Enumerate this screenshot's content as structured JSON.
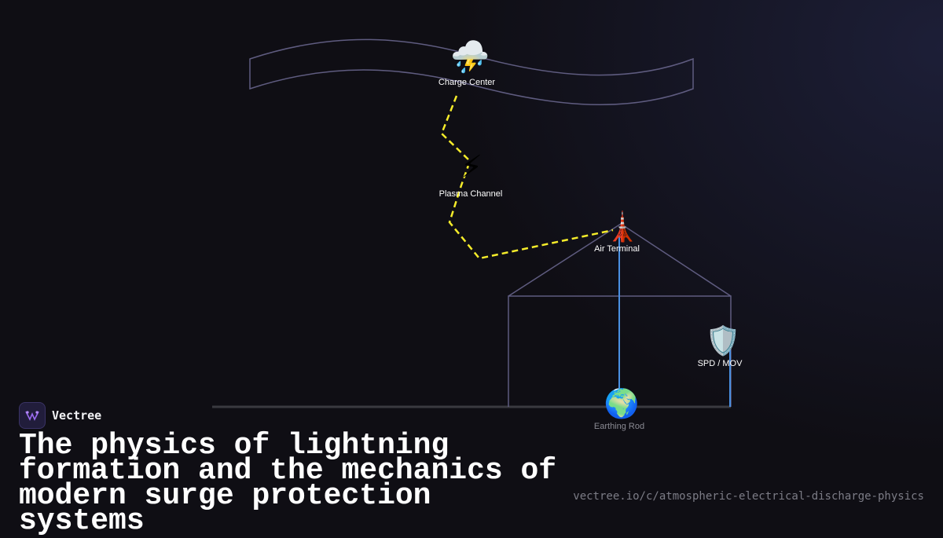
{
  "diagram": {
    "nodes": {
      "charge_center": {
        "label": "Charge Center",
        "icon": "storm-cloud-icon",
        "glyph": "⛈️"
      },
      "plasma_channel": {
        "label": "Plasma Channel",
        "icon": "lightning-bolt-icon",
        "glyph": "⚡"
      },
      "air_terminal": {
        "label": "Air Terminal",
        "icon": "tower-icon",
        "glyph": "🗼"
      },
      "spd_mov": {
        "label": "SPD / MOV",
        "icon": "shield-icon",
        "glyph": "🛡️"
      },
      "earthing_rod": {
        "label": "Earthing Rod",
        "icon": "globe-icon",
        "glyph": "🌍"
      }
    },
    "colors": {
      "strike_path": "#f5ec2a",
      "conductor": "#4a90e2",
      "outline": "#5f5c80",
      "ground": "#3a3a40"
    }
  },
  "brand": {
    "name": "Vectree",
    "logo_icon": "vectree-logo-icon"
  },
  "title": "The physics of lightning formation and the mechanics of modern surge protection systems",
  "url": "vectree.io/c/atmospheric-electrical-discharge-physics"
}
